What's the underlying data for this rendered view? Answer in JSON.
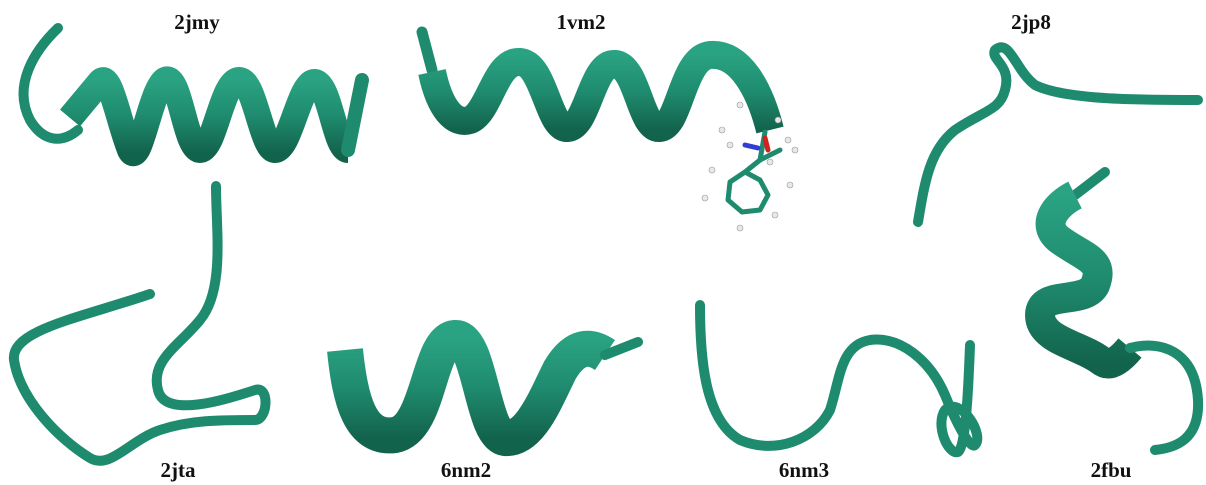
{
  "structures": [
    {
      "id": "2jmy",
      "style": "helix"
    },
    {
      "id": "1vm2",
      "style": "helix-with-ligand"
    },
    {
      "id": "2jp8",
      "style": "coil"
    },
    {
      "id": "2jta",
      "style": "coil"
    },
    {
      "id": "6nm2",
      "style": "helix"
    },
    {
      "id": "6nm3",
      "style": "coil"
    },
    {
      "id": "2fbu",
      "style": "helix"
    }
  ],
  "colors": {
    "ribbon": "#1f8b6e",
    "ribbon_dark": "#13684f",
    "carbon": "#1f8b6e",
    "nitrogen": "#2f3fd6",
    "oxygen": "#d62020",
    "hydrogen": "#e8e8e8"
  }
}
